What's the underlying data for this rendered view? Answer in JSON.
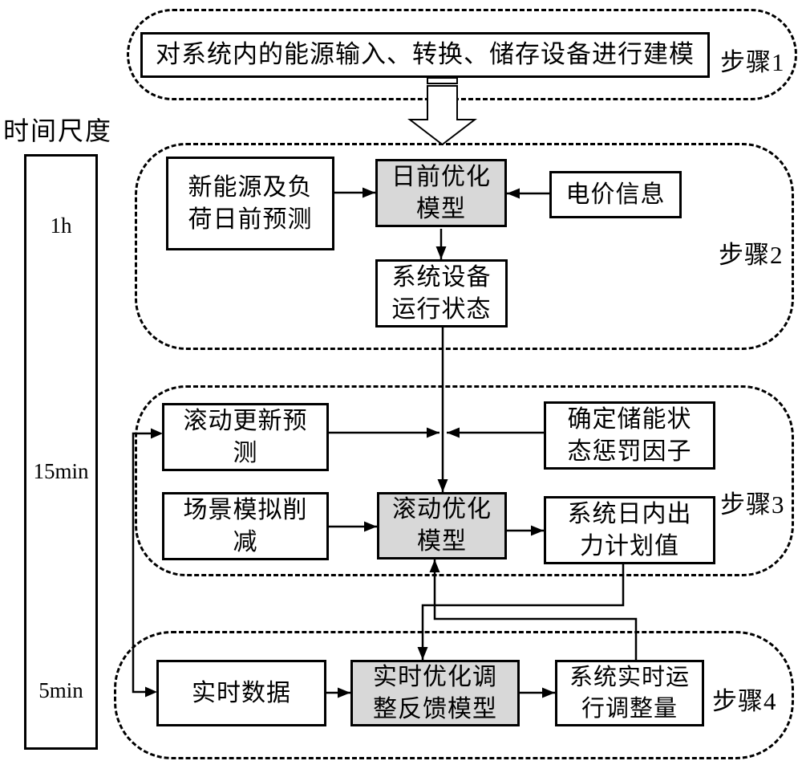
{
  "figure": {
    "step1": {
      "label": "步骤1",
      "box_modeling": "对系统内的能源输入、转换、储存设备进行建模"
    },
    "timescale": {
      "title": "时间尺度",
      "scale_1h": "1h",
      "scale_15min": "15min",
      "scale_5min": "5min"
    },
    "step2": {
      "label": "步骤2",
      "box_forecast": "新能源及负\n荷日前预测",
      "box_model": "日前优化\n模型",
      "box_price": "电价信息",
      "box_status": "系统设备\n运行状态"
    },
    "step3": {
      "label": "步骤3",
      "box_rolling_forecast": "滚动更新预\n测",
      "box_penalty": "确定储能状\n态惩罚因子",
      "box_scenario": "场景模拟削\n减",
      "box_model": "滚动优化\n模型",
      "box_plan": "系统日内出\n力计划值"
    },
    "step4": {
      "label": "步骤4",
      "box_realtime_data": "实时数据",
      "box_model": "实时优化调\n整反馈模型",
      "box_adjustment": "系统实时运\n行调整量"
    },
    "colors": {
      "shaded_box_fill": "#d8d8d8",
      "line": "#000000",
      "background": "#ffffff"
    }
  }
}
